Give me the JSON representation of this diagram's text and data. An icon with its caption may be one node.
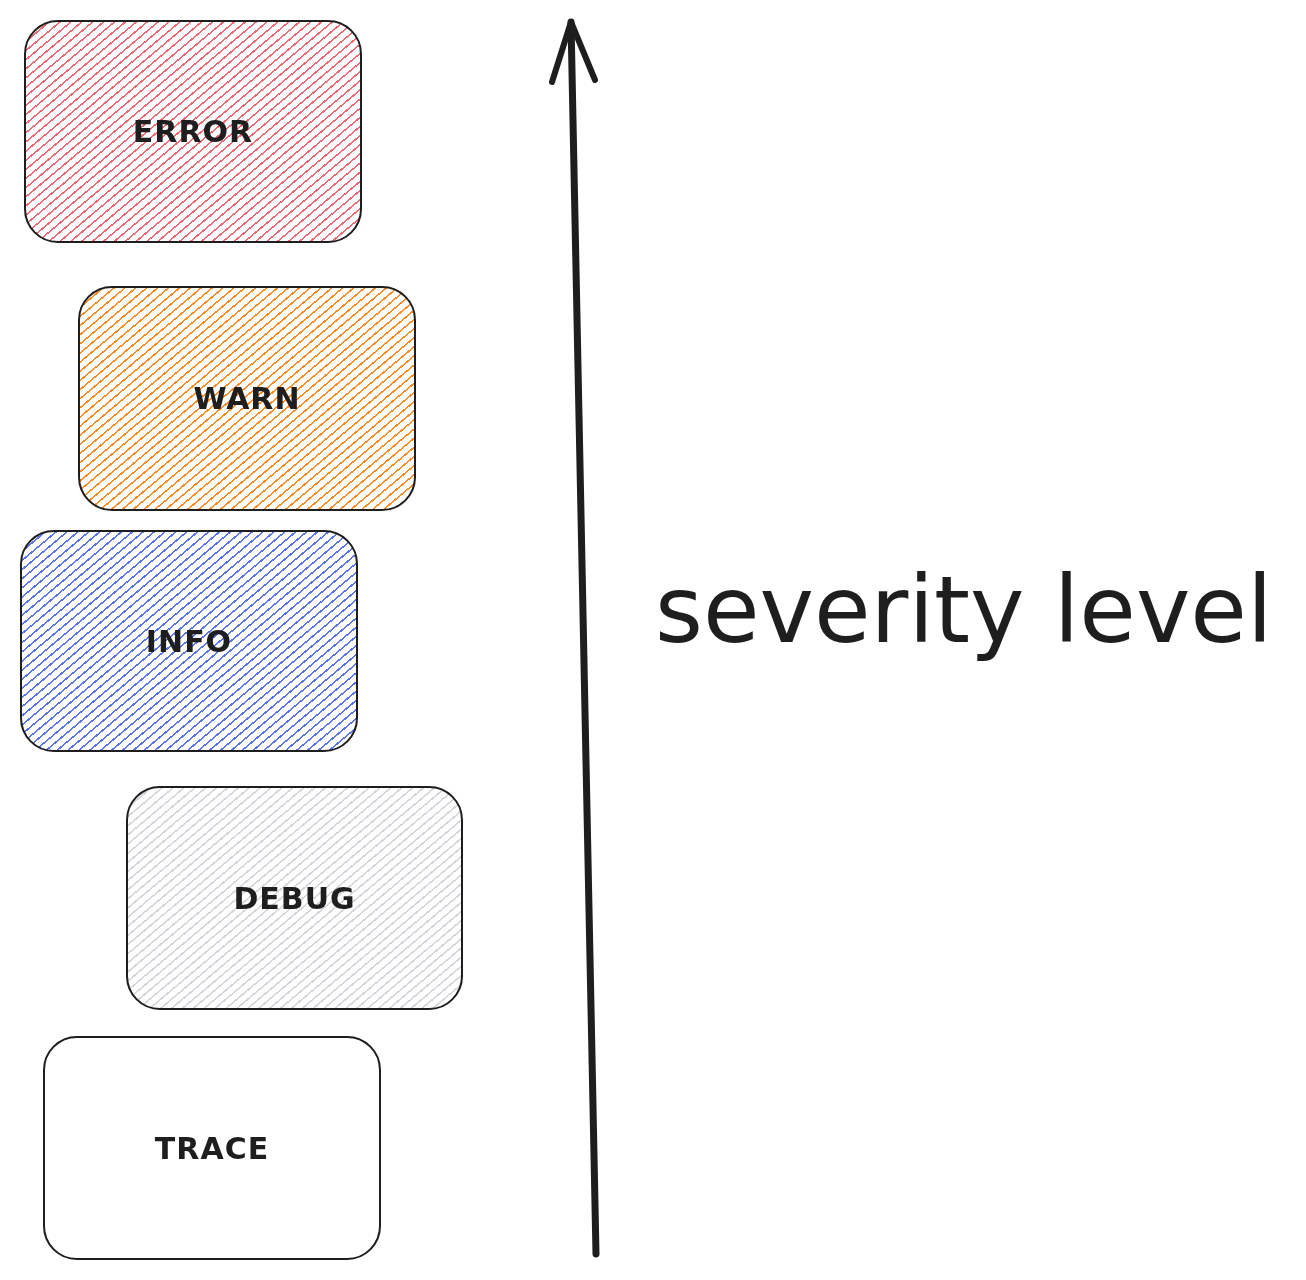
{
  "diagram": {
    "nodes": [
      {
        "text": [
          "ERROR"
        ]
      },
      {
        "text": [
          "WARN"
        ]
      },
      {
        "text": [
          "INFO"
        ]
      },
      {
        "text": [
          "DEBUG"
        ]
      },
      {
        "text": [
          "TRACE"
        ]
      }
    ],
    "labels": [
      "severity level"
    ]
  }
}
